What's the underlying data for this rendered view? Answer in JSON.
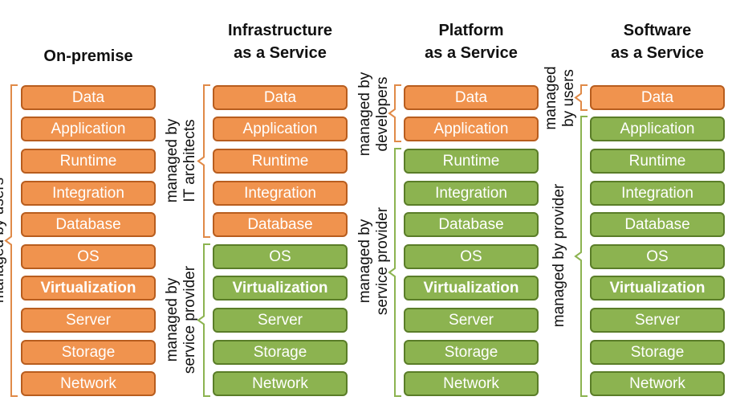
{
  "columns": [
    {
      "heading": [
        "On-premise"
      ],
      "boxes": [
        {
          "label": "Data",
          "color": "orange"
        },
        {
          "label": "Application",
          "color": "orange"
        },
        {
          "label": "Runtime",
          "color": "orange"
        },
        {
          "label": "Integration",
          "color": "orange"
        },
        {
          "label": "Database",
          "color": "orange"
        },
        {
          "label": "OS",
          "color": "orange"
        },
        {
          "label": "Virtualization",
          "color": "orange",
          "bold": true
        },
        {
          "label": "Server",
          "color": "orange"
        },
        {
          "label": "Storage",
          "color": "orange"
        },
        {
          "label": "Network",
          "color": "orange"
        }
      ]
    },
    {
      "heading": [
        "Infrastructure",
        "as a Service"
      ],
      "boxes": [
        {
          "label": "Data",
          "color": "orange"
        },
        {
          "label": "Application",
          "color": "orange"
        },
        {
          "label": "Runtime",
          "color": "orange"
        },
        {
          "label": "Integration",
          "color": "orange"
        },
        {
          "label": "Database",
          "color": "orange"
        },
        {
          "label": "OS",
          "color": "green"
        },
        {
          "label": "Virtualization",
          "color": "green",
          "bold": true
        },
        {
          "label": "Server",
          "color": "green"
        },
        {
          "label": "Storage",
          "color": "green"
        },
        {
          "label": "Network",
          "color": "green"
        }
      ]
    },
    {
      "heading": [
        "Platform",
        "as a Service"
      ],
      "boxes": [
        {
          "label": "Data",
          "color": "orange"
        },
        {
          "label": "Application",
          "color": "orange"
        },
        {
          "label": "Runtime",
          "color": "green"
        },
        {
          "label": "Integration",
          "color": "green"
        },
        {
          "label": "Database",
          "color": "green"
        },
        {
          "label": "OS",
          "color": "green"
        },
        {
          "label": "Virtualization",
          "color": "green",
          "bold": true
        },
        {
          "label": "Server",
          "color": "green"
        },
        {
          "label": "Storage",
          "color": "green"
        },
        {
          "label": "Network",
          "color": "green"
        }
      ]
    },
    {
      "heading": [
        "Software",
        "as a Service"
      ],
      "boxes": [
        {
          "label": "Data",
          "color": "orange"
        },
        {
          "label": "Application",
          "color": "green"
        },
        {
          "label": "Runtime",
          "color": "green"
        },
        {
          "label": "Integration",
          "color": "green"
        },
        {
          "label": "Database",
          "color": "green"
        },
        {
          "label": "OS",
          "color": "green"
        },
        {
          "label": "Virtualization",
          "color": "green",
          "bold": true
        },
        {
          "label": "Server",
          "color": "green"
        },
        {
          "label": "Storage",
          "color": "green"
        },
        {
          "label": "Network",
          "color": "green"
        }
      ]
    }
  ],
  "labels": {
    "onprem_users": [
      "managed by users"
    ],
    "iaas_architects": [
      "managed by",
      "IT architects"
    ],
    "iaas_provider": [
      "managed by",
      "service  provider"
    ],
    "paas_developers": [
      "managed by",
      "developers"
    ],
    "paas_provider": [
      "managed by",
      "service  provider"
    ],
    "saas_users": [
      "managed",
      "by users"
    ],
    "saas_provider": [
      "managed by provider"
    ]
  },
  "colors": {
    "orange_fill": "#f0934e",
    "orange_border": "#b85d1e",
    "green_fill": "#8cb350",
    "green_border": "#5a7d28"
  }
}
